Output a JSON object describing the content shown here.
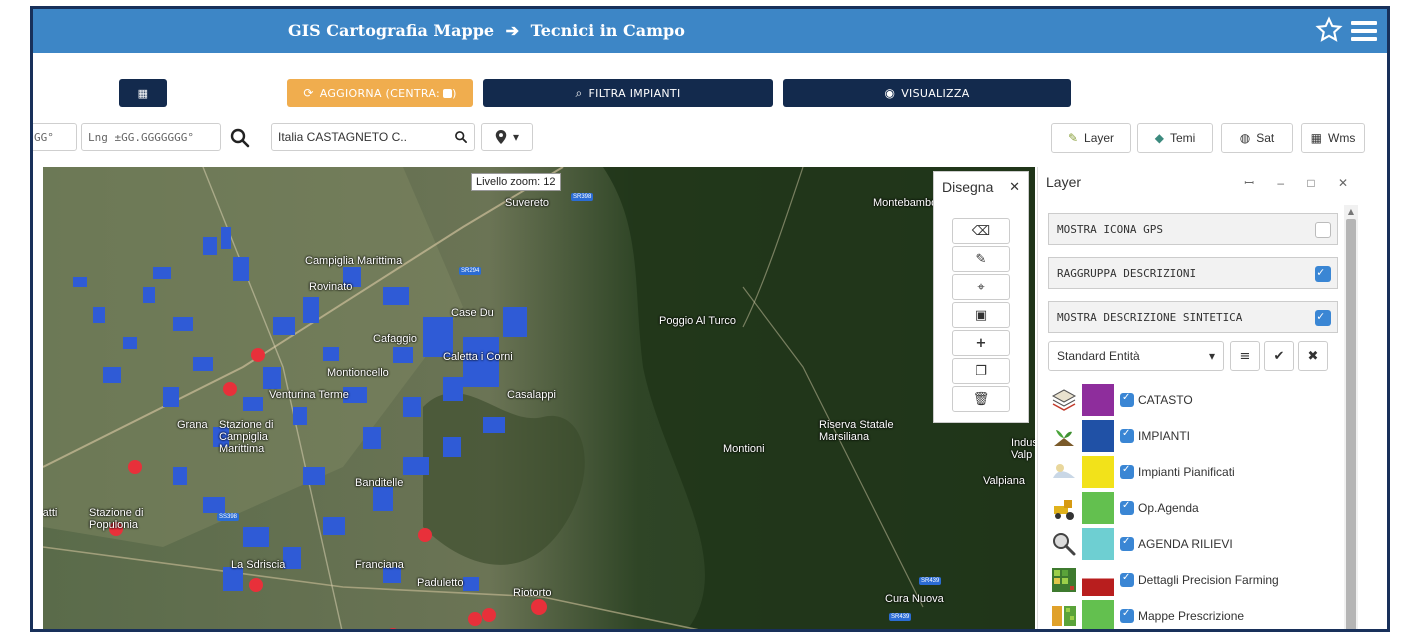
{
  "header": {
    "title_left": "GIS Cartografia Mappe",
    "arrow": "➔",
    "title_right": "Tecnici in Campo",
    "star_icon": "star-outline",
    "menu_icon": "hamburger-menu"
  },
  "toolbar": {
    "calendar_icon": "calendar",
    "aggiorna_label": "AGGIORNA (CENTRA:",
    "aggiorna_suffix": ")",
    "filtra_label": "FILTRA IMPIANTI",
    "visualizza_label": "VISUALIZZA",
    "lat_value": "GG°",
    "lng_placeholder": "Lng ±GG.GGGGGGG°",
    "location_value": "Italia CASTAGNETO C..",
    "pin_dropdown_caret": "▾",
    "right_buttons": {
      "layer": "Layer",
      "temi": "Temi",
      "sat": "Sat",
      "wms": "Wms"
    }
  },
  "map": {
    "zoom_label": "Livello zoom: 12",
    "places": [
      "Suvereto",
      "Montebamboli",
      "Campiglia Marittima",
      "Rovinato",
      "Case Du",
      "Poggio Al Turco",
      "Cafaggio",
      "Caletta i Corni",
      "Montioncello",
      "Venturina Terme",
      "Casalappi",
      "Grana",
      "Stazione di Campiglia Marittima",
      "Riserva Statale Marsiliana",
      "Montioni",
      "Indus Valp",
      "Valpiana",
      "Banditelle",
      "Stazione di Populonia",
      "ratti",
      "La Sdriscia",
      "Franciana",
      "Paduletto",
      "Riotorto",
      "Cura Nuova"
    ],
    "roads": [
      "SR398",
      "SR294",
      "SS398",
      "SR439",
      "SR439"
    ]
  },
  "draw_panel": {
    "title": "Disegna",
    "close": "✕",
    "tools": [
      "eraser-icon",
      "edit-icon",
      "marker-icon",
      "save-icon",
      "plus-icon",
      "copy-icon",
      "trash-icon"
    ]
  },
  "layer_panel": {
    "title": "Layer",
    "controls": "ꟷ – □ ✕",
    "options": [
      {
        "label": "MOSTRA ICONA GPS",
        "checked": false
      },
      {
        "label": "RAGGRUPPA DESCRIZIONI",
        "checked": true
      },
      {
        "label": "MOSTRA DESCRIZIONE SINTETICA",
        "checked": true
      }
    ],
    "select_value": "Standard Entità",
    "select_buttons": [
      "≡",
      "✔",
      "✖"
    ],
    "layers": [
      {
        "label": "CATASTO",
        "color": "#8e2d9c"
      },
      {
        "label": "IMPIANTI",
        "color": "#2051a6"
      },
      {
        "label": "Impianti Pianificati",
        "color": "#f2e21a"
      },
      {
        "label": "Op.Agenda",
        "color": "#63c04f"
      },
      {
        "label": "AGENDA RILIEVI",
        "color": "#6ecfd2"
      },
      {
        "label": "Dettagli Precision Farming",
        "color": "#b81e1e"
      },
      {
        "label": "Mappe Prescrizione",
        "color": "#63c04f"
      }
    ]
  }
}
